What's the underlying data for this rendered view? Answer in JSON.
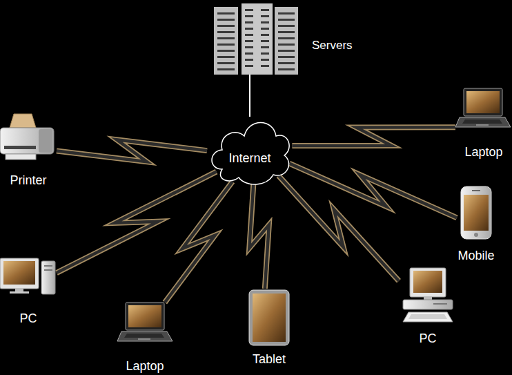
{
  "diagram": {
    "nodes": [
      {
        "text": [
          "Servers"
        ]
      },
      {
        "text": [
          "Printer"
        ]
      },
      {
        "text": [
          "Internet"
        ]
      },
      {
        "text": [
          "Laptop"
        ]
      },
      {
        "text": [
          "Mobile"
        ]
      },
      {
        "text": [
          "PC"
        ]
      },
      {
        "text": [
          "Laptop"
        ]
      },
      {
        "text": [
          "Tablet"
        ]
      },
      {
        "text": [
          "PC"
        ]
      }
    ],
    "edges": [
      {
        "from": 0,
        "to": 2,
        "arrow": "none"
      },
      {
        "from": 2,
        "to": 1,
        "arrow": "none"
      },
      {
        "from": 2,
        "to": 3,
        "arrow": "none"
      },
      {
        "from": 2,
        "to": 4,
        "arrow": "none"
      },
      {
        "from": 2,
        "to": 5,
        "arrow": "none"
      },
      {
        "from": 2,
        "to": 6,
        "arrow": "none"
      },
      {
        "from": 2,
        "to": 7,
        "arrow": "none"
      },
      {
        "from": 2,
        "to": 8,
        "arrow": "none"
      }
    ]
  }
}
